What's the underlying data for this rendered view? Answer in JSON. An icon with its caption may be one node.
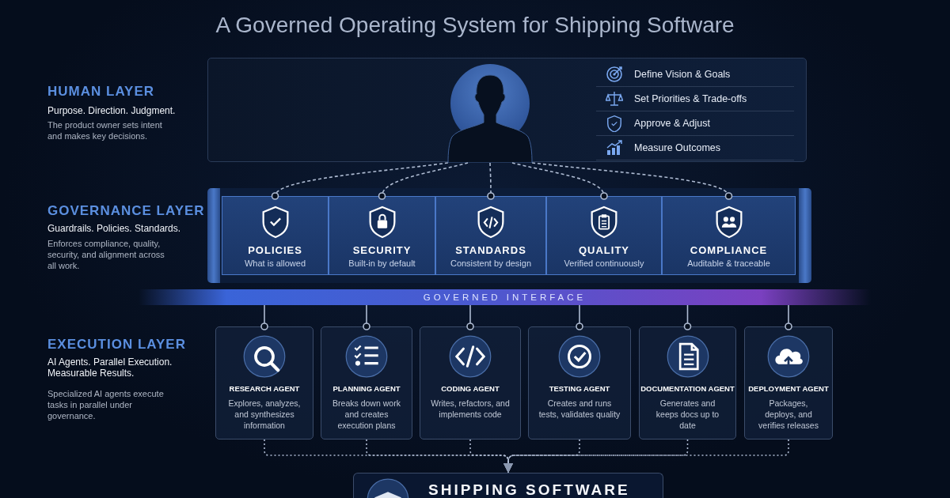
{
  "diagram": {
    "title": "A Governed Operating System for Shipping Software",
    "nodes": [
      {
        "text": [],
        "shape": "box"
      },
      {
        "text": [],
        "shape": "person",
        "in": 0
      },
      {
        "text": [
          "Define Vision & Goals"
        ],
        "in": 0
      },
      {
        "text": [
          "Set Priorities & Trade-offs"
        ],
        "in": 0
      },
      {
        "text": [
          "Approve & Adjust"
        ],
        "in": 0
      },
      {
        "text": [
          "Measure Outcomes"
        ],
        "in": 0
      },
      {
        "text": [],
        "shape": "box"
      },
      {
        "text": [
          "POLICIES",
          "What is allowed"
        ],
        "in": 6
      },
      {
        "text": [
          "SECURITY",
          "Built-in by default"
        ],
        "in": 6
      },
      {
        "text": [
          "STANDARDS",
          "Consistent by design"
        ],
        "in": 6
      },
      {
        "text": [
          "QUALITY",
          "Verified continuously"
        ],
        "in": 6
      },
      {
        "text": [
          "COMPLIANCE",
          "Auditable & traceable"
        ],
        "in": 6
      },
      {
        "text": [
          "GOVERNED INTERFACE"
        ]
      },
      {
        "text": [
          "RESEARCH AGENT",
          "Explores, analyzes, and synthesizes information"
        ]
      },
      {
        "text": [
          "PLANNING AGENT",
          "Breaks down work and creates execution plans"
        ]
      },
      {
        "text": [
          "CODING AGENT",
          "Writes, refactors, and implements code"
        ]
      },
      {
        "text": [
          "TESTING AGENT",
          "Creates and runs tests, validates quality"
        ]
      },
      {
        "text": [
          "DOCUMENTATION AGENT",
          "Generates and keeps docs up to date"
        ]
      },
      {
        "text": [
          "DEPLOYMENT AGENT",
          "Packages, deploys, and verifies releases"
        ]
      },
      {
        "text": [
          "SHIPPING SOFTWARE"
        ]
      }
    ],
    "edges": [
      {
        "from": 1,
        "to": 7,
        "arrow": "other",
        "style": "dashed"
      },
      {
        "from": 1,
        "to": 8,
        "arrow": "other",
        "style": "dashed"
      },
      {
        "from": 1,
        "to": 9,
        "arrow": "other",
        "style": "dashed"
      },
      {
        "from": 1,
        "to": 10,
        "arrow": "other",
        "style": "dashed"
      },
      {
        "from": 1,
        "to": 11,
        "arrow": "other",
        "style": "dashed"
      },
      {
        "from": 12,
        "to": 13,
        "arrow": "other"
      },
      {
        "from": 12,
        "to": 14,
        "arrow": "other"
      },
      {
        "from": 12,
        "to": 15,
        "arrow": "other"
      },
      {
        "from": 12,
        "to": 16,
        "arrow": "other"
      },
      {
        "from": 12,
        "to": 17,
        "arrow": "other"
      },
      {
        "from": 12,
        "to": 18,
        "arrow": "other"
      },
      {
        "from": 13,
        "to": 19,
        "arrow": "to",
        "style": "dashed"
      },
      {
        "from": 14,
        "to": 19,
        "arrow": "to",
        "style": "dashed"
      },
      {
        "from": 15,
        "to": 19,
        "arrow": "to",
        "style": "dashed"
      },
      {
        "from": 16,
        "to": 19,
        "arrow": "to",
        "style": "dashed"
      },
      {
        "from": 17,
        "to": 19,
        "arrow": "to",
        "style": "dashed"
      },
      {
        "from": 18,
        "to": 19,
        "arrow": "to",
        "style": "dashed"
      }
    ],
    "labels": [
      "HUMAN LAYER",
      "Purpose. Direction. Judgment.",
      "The product owner sets intent and makes key decisions.",
      "GOVERNANCE LAYER",
      "Guardrails. Policies. Standards.",
      "Enforces compliance, quality, security, and alignment across all work.",
      "EXECUTION LAYER",
      "AI Agents. Parallel Execution. Measurable Results.",
      "Specialized AI agents execute tasks in parallel under governance."
    ]
  }
}
